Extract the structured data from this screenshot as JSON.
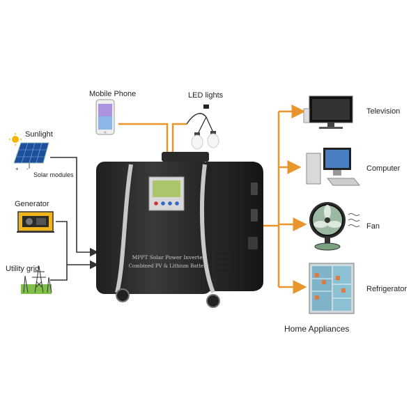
{
  "inputs": {
    "sunlight": "Sunlight",
    "solar_modules": "Solar modules",
    "generator": "Generator",
    "utility_grid": "Utility grid"
  },
  "top_devices": {
    "mobile_phone": "Mobile Phone",
    "led_lights": "LED lights"
  },
  "inverter": {
    "line1": "MPPT Solar Power Inverter",
    "line2": "Combined PV & Lithium Battery"
  },
  "appliances": {
    "television": "Television",
    "computer": "Computer",
    "fan": "Fan",
    "refrigerator": "Refrigerator",
    "group_label": "Home Appliances"
  },
  "colors": {
    "output_wire": "#e8952b",
    "input_wire": "#333333",
    "unit_body": "#2e2e2e",
    "stripe": "#c8c8c8"
  }
}
